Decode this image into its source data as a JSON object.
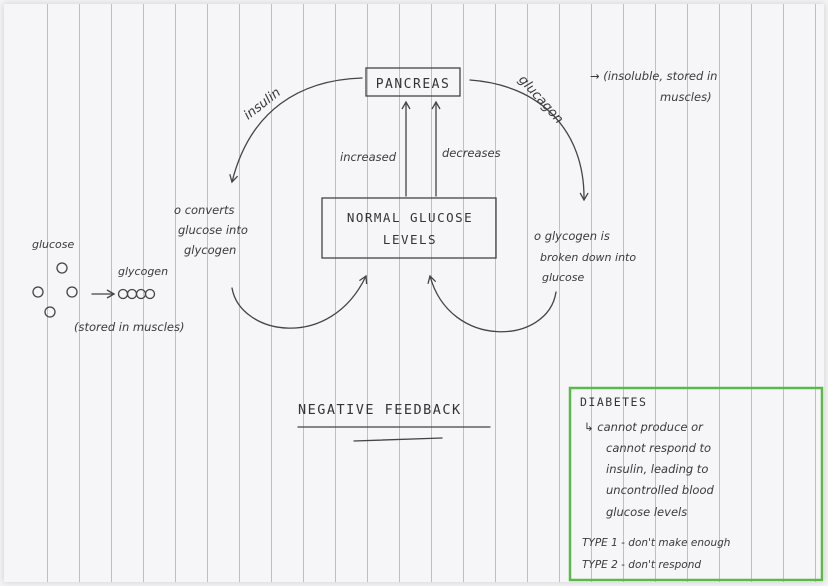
{
  "diagram": {
    "pancreas": "PANCREAS",
    "insulin": "insulin",
    "glucagon": "glucagon",
    "glucagon_note_line1": "→ (insoluble, stored in",
    "glucagon_note_line2": "muscles)",
    "increased": "increased",
    "decreases": "decreases",
    "normal_line1": "NORMAL GLUCOSE",
    "normal_line2": "LEVELS",
    "converts_line1": "o converts",
    "converts_line2": "glucose into",
    "converts_line3": "glycogen",
    "broken_line1": "o glycogen is",
    "broken_line2": "broken down into",
    "broken_line3": "glucose",
    "glucose": "glucose",
    "glycogen": "glycogen",
    "stored": "(stored in muscles)",
    "negative_feedback": "NEGATIVE FEEDBACK",
    "diabetes": {
      "title": "DIABETES",
      "line1": "↳ cannot produce or",
      "line2": "cannot respond to",
      "line3": "insulin, leading to",
      "line4": "uncontrolled blood",
      "line5": "glucose levels",
      "type1": "TYPE 1 - don't make enough",
      "type2": "TYPE 2 - don't respond"
    }
  }
}
